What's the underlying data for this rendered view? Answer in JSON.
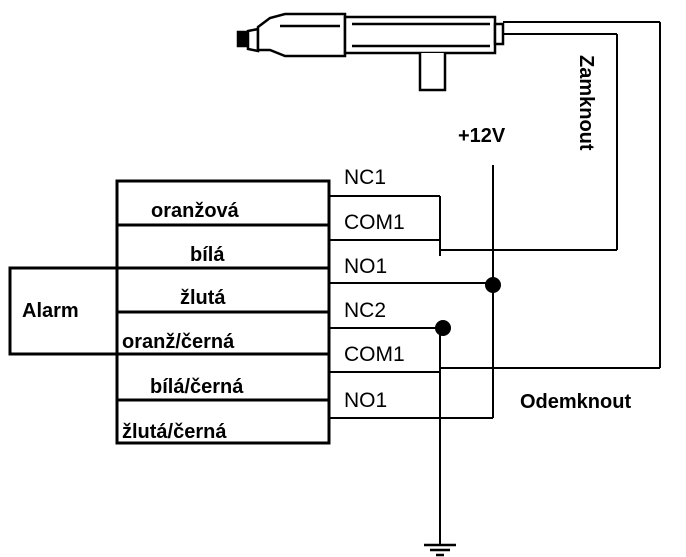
{
  "alarm_label": "Alarm",
  "wires": [
    {
      "label": "oranžová"
    },
    {
      "label": "bílá"
    },
    {
      "label": "žlutá"
    },
    {
      "label": "oranž/černá"
    },
    {
      "label": "bílá/černá"
    },
    {
      "label": "žlutá/černá"
    }
  ],
  "terminals": [
    {
      "label": "NC1"
    },
    {
      "label": "COM1"
    },
    {
      "label": "NO1"
    },
    {
      "label": "NC2"
    },
    {
      "label": "COM1"
    },
    {
      "label": "NO1"
    }
  ],
  "supply_label": "+12V",
  "lock_label": "Zamknout",
  "unlock_label": "Odemknout",
  "colors": {
    "line": "#000000",
    "background": "#ffffff"
  }
}
